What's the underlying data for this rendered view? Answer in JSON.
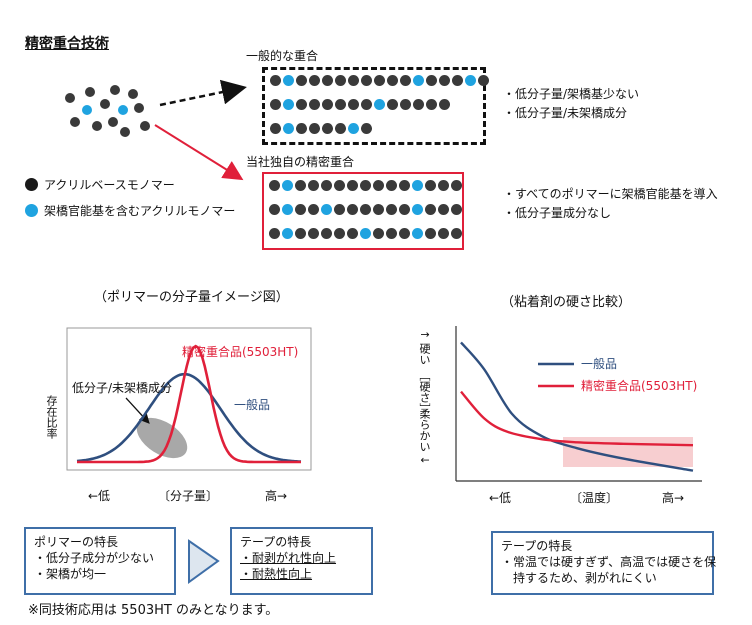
{
  "title": "精密重合技術",
  "general_label": "一般的な重合",
  "proprietary_label": "当社独自の精密重合",
  "legend": {
    "base": "アクリルベースモノマー",
    "crosslink": "架橋官能基を含むアクリルモノマー"
  },
  "general_notes": [
    "・低分子量/架橋基少ない",
    "・低分子量/未架橋成分"
  ],
  "proprietary_notes": [
    "・すべてのポリマーに架橋官能基を導入",
    "・低分子量成分なし"
  ],
  "colors": {
    "base_monomer": "#3a3a3a",
    "crosslink_monomer": "#1fa3e0",
    "general_product": "#2f4f7f",
    "precision_product": "#e0203a",
    "box_border": "#3f6fa8"
  },
  "chains": {
    "general": [
      [
        0,
        1,
        0,
        0,
        0,
        0,
        0,
        0,
        0,
        0,
        0,
        1,
        0,
        0,
        0,
        1,
        0
      ],
      [
        0,
        1,
        0,
        0,
        0,
        0,
        0,
        0,
        1,
        0,
        0,
        0,
        0,
        0
      ],
      [
        0,
        1,
        0,
        0,
        0,
        0,
        1,
        0
      ]
    ],
    "proprietary": [
      [
        0,
        1,
        0,
        0,
        0,
        0,
        0,
        0,
        0,
        0,
        0,
        1,
        0,
        0,
        0
      ],
      [
        0,
        1,
        0,
        0,
        1,
        0,
        0,
        0,
        0,
        0,
        0,
        1,
        0,
        0,
        0
      ],
      [
        0,
        1,
        0,
        0,
        0,
        0,
        0,
        1,
        0,
        0,
        0,
        1,
        0,
        0,
        0
      ]
    ]
  },
  "chart_data": [
    {
      "type": "line",
      "title": "（ポリマーの分子量イメージ図）",
      "xlabel": "〔分子量〕",
      "x_low": "←低",
      "x_high": "高→",
      "ylabel": "存在比率",
      "annotation": "低分子/未架橋成分",
      "series": [
        {
          "name": "一般品",
          "center": 0.48,
          "width": 0.16,
          "height": 0.72
        },
        {
          "name": "精密重合品(5503HT)",
          "center": 0.53,
          "width": 0.065,
          "height": 0.95
        }
      ]
    },
    {
      "type": "line",
      "title": "（粘着剤の硬さ比較）",
      "xlabel": "〔温度〕",
      "x_low": "←低",
      "x_high": "高→",
      "ylabel_high": "↑ 硬い",
      "ylabel_mid": "［硬さ］",
      "ylabel_low": "柔らかい ↓",
      "series": [
        {
          "name": "一般品",
          "x": [
            0,
            0.1,
            0.22,
            0.35,
            0.5,
            0.7,
            1.0
          ],
          "y": [
            0.93,
            0.75,
            0.45,
            0.3,
            0.22,
            0.15,
            0.07
          ]
        },
        {
          "name": "精密重合品(5503HT)",
          "x": [
            0,
            0.1,
            0.2,
            0.35,
            0.5,
            0.7,
            1.0
          ],
          "y": [
            0.6,
            0.42,
            0.33,
            0.28,
            0.26,
            0.25,
            0.24
          ]
        }
      ]
    }
  ],
  "polymer_features": {
    "title": "ポリマーの特長",
    "items": [
      "・低分子成分が少ない",
      "・架橋が均一"
    ]
  },
  "tape_features_1": {
    "title": "テープの特長",
    "items": [
      "・耐剥がれ性向上",
      "・耐熱性向上"
    ]
  },
  "tape_features_2": {
    "title": "テープの特長",
    "items": [
      "・常温では硬すぎず、高温では硬さを保",
      "　持するため、剥がれにくい"
    ]
  },
  "footnote": "※同技術応用は 5503HT のみとなります。"
}
